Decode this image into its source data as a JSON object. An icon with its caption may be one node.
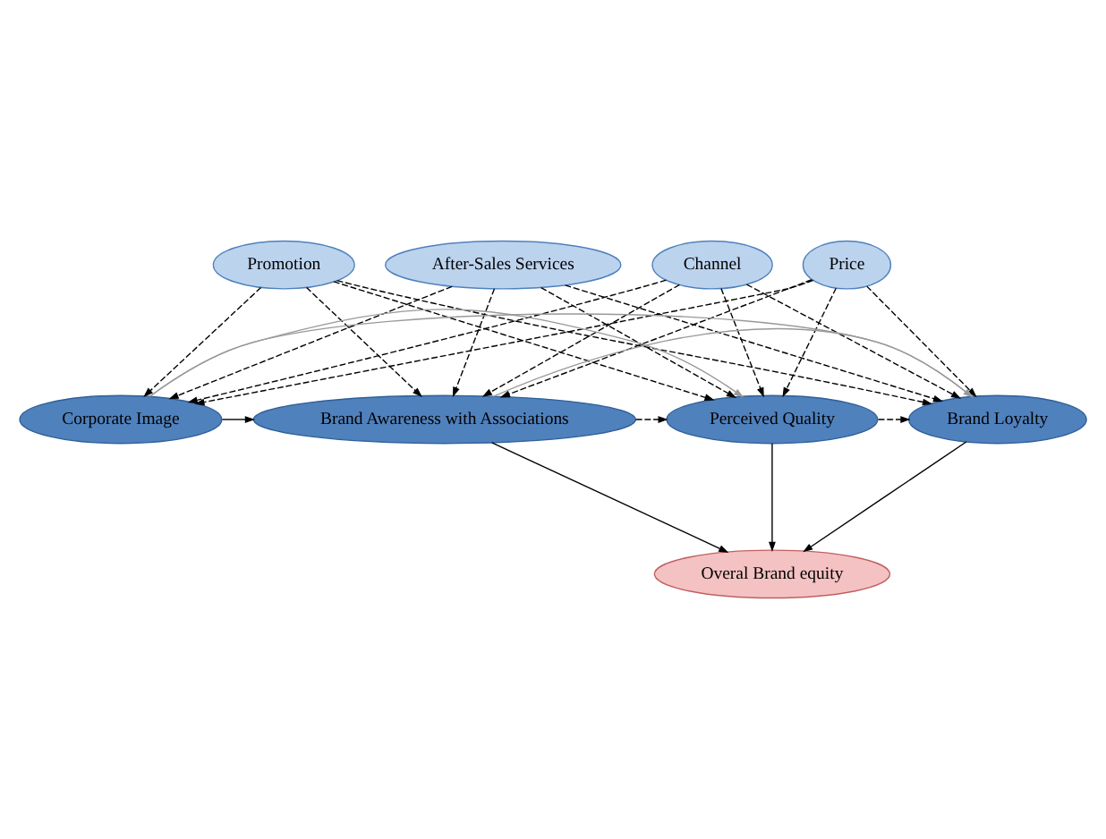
{
  "diagram": {
    "nodes": [
      {
        "text": [
          "Channel"
        ]
      },
      {
        "text": [
          "Price"
        ]
      },
      {
        "text": [
          "Promotion"
        ]
      },
      {
        "text": [
          "After-Sales Services"
        ]
      },
      {
        "text": [
          "Corporate Image"
        ]
      },
      {
        "text": [
          "Brand Awareness with Associations"
        ]
      },
      {
        "text": [
          "Perceived Quality"
        ]
      },
      {
        "text": [
          "Brand Loyalty"
        ]
      },
      {
        "text": [
          "Overal Brand equity"
        ]
      }
    ],
    "edges": [
      {
        "from": 0,
        "to": 4,
        "arrow": "to",
        "style": "dashed"
      },
      {
        "from": 0,
        "to": 5,
        "arrow": "to",
        "style": "dashed"
      },
      {
        "from": 0,
        "to": 6,
        "arrow": "to",
        "style": "dashed"
      },
      {
        "from": 0,
        "to": 7,
        "arrow": "to",
        "style": "dashed"
      },
      {
        "from": 1,
        "to": 4,
        "arrow": "to",
        "style": "dashed"
      },
      {
        "from": 1,
        "to": 5,
        "arrow": "to",
        "style": "dashed"
      },
      {
        "from": 1,
        "to": 6,
        "arrow": "to",
        "style": "dashed"
      },
      {
        "from": 1,
        "to": 7,
        "arrow": "to",
        "style": "dashed"
      },
      {
        "from": 2,
        "to": 4,
        "arrow": "to",
        "style": "dashed"
      },
      {
        "from": 2,
        "to": 5,
        "arrow": "to",
        "style": "dashed"
      },
      {
        "from": 2,
        "to": 6,
        "arrow": "to",
        "style": "dashed"
      },
      {
        "from": 2,
        "to": 7,
        "arrow": "to",
        "style": "dashed"
      },
      {
        "from": 3,
        "to": 4,
        "arrow": "to",
        "style": "dashed"
      },
      {
        "from": 3,
        "to": 5,
        "arrow": "to",
        "style": "dashed"
      },
      {
        "from": 3,
        "to": 6,
        "arrow": "to",
        "style": "dashed"
      },
      {
        "from": 3,
        "to": 7,
        "arrow": "to",
        "style": "dashed"
      },
      {
        "from": 4,
        "to": 5,
        "arrow": "to"
      },
      {
        "from": 4,
        "to": 6,
        "arrow": "to",
        "color": "#999999"
      },
      {
        "from": 4,
        "to": 7,
        "arrow": "to",
        "color": "#999999"
      },
      {
        "from": 5,
        "to": 6,
        "arrow": "to",
        "style": "dashed"
      },
      {
        "from": 6,
        "to": 7,
        "arrow": "to",
        "style": "dashed"
      },
      {
        "from": 5,
        "to": 7,
        "arrow": "none",
        "color": "#999999"
      },
      {
        "from": 5,
        "to": 8,
        "arrow": "to"
      },
      {
        "from": 6,
        "to": 8,
        "arrow": "to"
      },
      {
        "from": 7,
        "to": 8,
        "arrow": "to"
      }
    ]
  }
}
